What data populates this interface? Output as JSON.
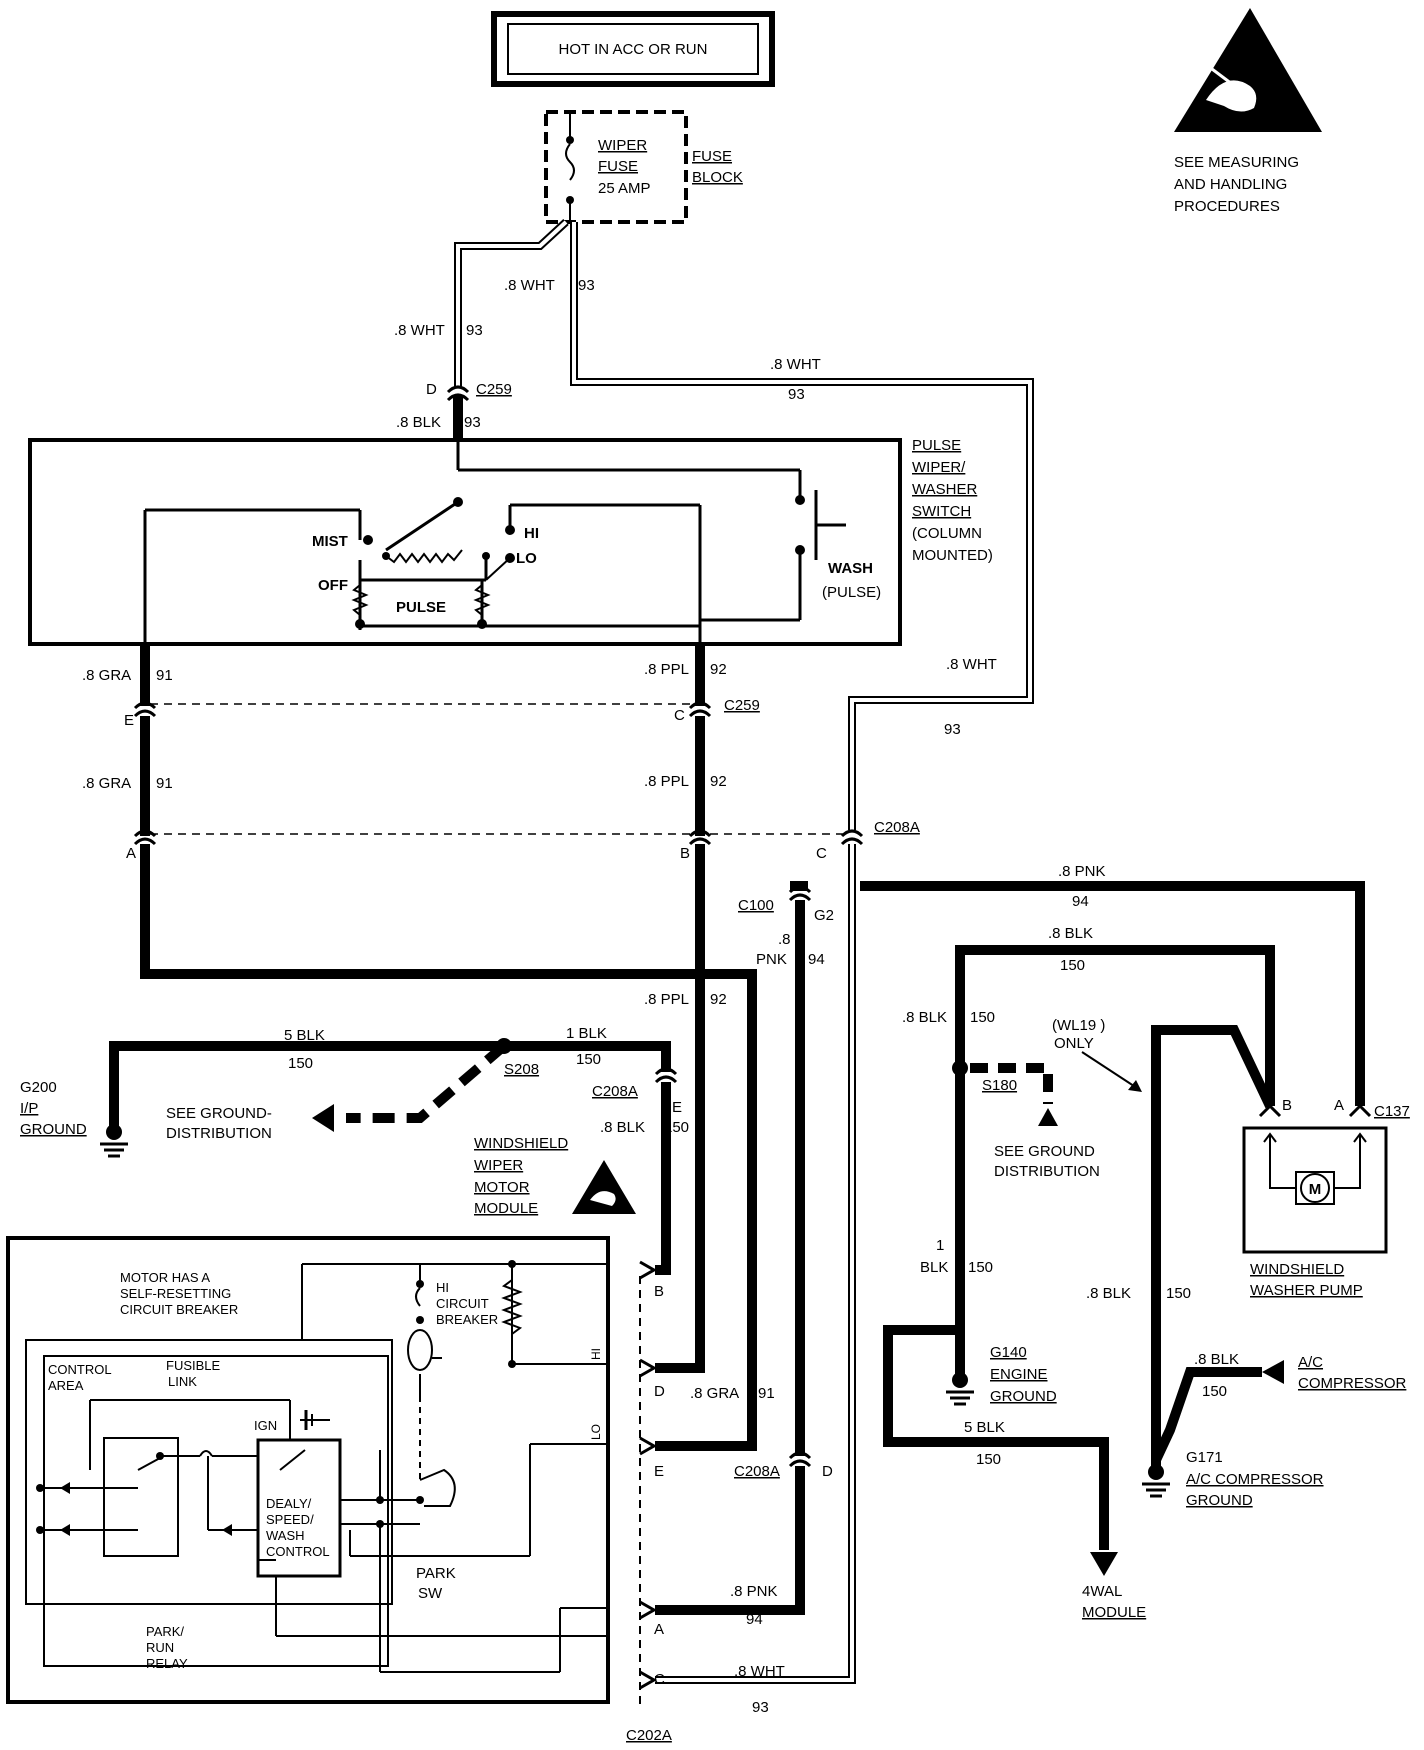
{
  "header": {
    "power_label": "HOT IN ACC OR RUN"
  },
  "esd": {
    "note": [
      "SEE MEASURING",
      "AND HANDLING",
      "PROCEDURES"
    ]
  },
  "fuse": {
    "name": [
      "WIPER",
      "FUSE",
      "25 AMP"
    ],
    "block": [
      "FUSE",
      "BLOCK"
    ]
  },
  "wires": {
    "w1_size": ".8 WHT",
    "w1_ckt": "93",
    "w2_size": ".8 WHT",
    "w2_ckt": "93",
    "w3_size": ".8 WHT",
    "w3_ckt": "93",
    "w4_size": ".8 BLK",
    "w4_ckt": "93",
    "w5_size": ".8 WHT",
    "w5_ckt": "93",
    "gra1_size": ".8 GRA",
    "gra1_ckt": "91",
    "gra2_size": ".8 GRA",
    "gra2_ckt": "91",
    "ppl1_size": ".8 PPL",
    "ppl1_ckt": "92",
    "ppl2_size": ".8 PPL",
    "ppl2_ckt": "92",
    "ppl3_size": ".8 PPL",
    "ppl3_ckt": "92",
    "pnk1_size": ".8 PNK",
    "pnk1_ckt": "94",
    "pnk2_size": ".8",
    "pnk2_size2": "PNK",
    "pnk2_ckt": "94",
    "blk150a_size": ".8 BLK",
    "blk150a_ckt": "150",
    "blk150b_size": ".8 BLK",
    "blk150b_ckt": "150",
    "blk150c_size": "1",
    "blk150c_size2": "BLK",
    "blk150c_ckt": "150",
    "blk150d_size": ".8 BLK",
    "blk150d_ckt": "150",
    "blk150e_size": ".8 BLK",
    "blk150e_ckt": "150",
    "blk150f_size": "5 BLK",
    "blk150f_ckt": "150",
    "g200_size": "5 BLK",
    "g200_ckt": "150",
    "s208_size": "1 BLK",
    "s208_ckt": "150",
    "mod_blk_size": ".8 BLK",
    "mod_blk_ckt": "150",
    "mod_gra_size": ".8 GRA",
    "mod_gra_ckt": "91",
    "mod_pnk_size": ".8 PNK",
    "mod_pnk_ckt": "94",
    "mod_wht_size": ".8 WHT",
    "mod_wht_ckt": "93",
    "ac_size": ".8 BLK",
    "ac_ckt": "150"
  },
  "connectors": {
    "c259": "C259",
    "c259_pin_d": "D",
    "c259b": "C259",
    "c259b_pin_e": "E",
    "c259b_pin_c": "C",
    "c208a": "C208A",
    "c208a_pin_a": "A",
    "c208a_pin_b": "B",
    "c208a_pin_c": "C",
    "c100": "C100",
    "c100_pin": "G2",
    "c208a_e": "C208A",
    "c208a_e_pin": "E",
    "c208a_d": "C208A",
    "c208a_d_pin": "D",
    "c137": "C137",
    "c137_pin_b": "B",
    "c137_pin_a": "A",
    "c202a": "C202A",
    "mod_pin_b": "B",
    "mod_pin_d": "D",
    "mod_pin_e": "E",
    "mod_pin_a": "A",
    "mod_pin_c": "C"
  },
  "switch": {
    "name": [
      "PULSE",
      "WIPER/",
      "WASHER",
      "SWITCH",
      "(COLUMN",
      "MOUNTED)"
    ],
    "mist": "MIST",
    "off": "OFF",
    "pulse": "PULSE",
    "hi": "HI",
    "lo": "LO",
    "wash": "WASH",
    "wash_pulse": "(PULSE)"
  },
  "splices": {
    "s208": "S208",
    "s180": "S180",
    "wl19": [
      "(WL19 )",
      "ONLY"
    ]
  },
  "grounds": {
    "g200": [
      "G200",
      "I/P",
      "GROUND"
    ],
    "g140": [
      "G140",
      "ENGINE",
      "GROUND"
    ],
    "g171": [
      "G171",
      "A/C COMPRESSOR",
      "GROUND"
    ],
    "see_ground_left": [
      "SEE GROUND-",
      "DISTRIBUTION"
    ],
    "see_ground_right": [
      "SEE GROUND",
      "DISTRIBUTION"
    ]
  },
  "module": {
    "name": [
      "WINDSHIELD",
      "WIPER",
      "MOTOR",
      "MODULE"
    ],
    "breaker_note": [
      "MOTOR HAS A",
      "SELF-RESETTING",
      "CIRCUIT BREAKER"
    ],
    "hi_breaker": [
      "HI",
      "CIRCUIT",
      "BREAKER"
    ],
    "control_area": [
      "CONTROL",
      "AREA"
    ],
    "fusible_link": [
      "FUSIBLE",
      "LINK"
    ],
    "ign": "IGN",
    "control": [
      "DEALY/",
      "SPEED/",
      "WASH",
      "CONTROL"
    ],
    "park_sw": [
      "PARK",
      "SW"
    ],
    "relay": [
      "PARK/",
      "RUN",
      "RELAY"
    ],
    "hi_lbl": "HI",
    "lo_lbl": "LO"
  },
  "pump": {
    "name": [
      "WINDSHIELD",
      "WASHER PUMP"
    ],
    "motor": "M"
  },
  "ac": {
    "name": [
      "A/C",
      "COMPRESSOR"
    ]
  },
  "wal": {
    "name": [
      "4WAL",
      "MODULE"
    ]
  }
}
